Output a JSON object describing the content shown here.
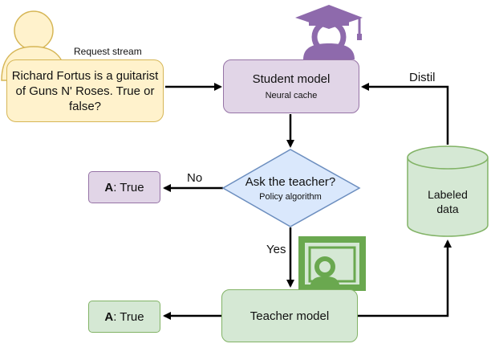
{
  "request": {
    "stream_label": "Request stream",
    "question": "Richard Fortus is a guitarist of Guns N' Roses. True or false?"
  },
  "student": {
    "title": "Student model",
    "subtitle": "Neural cache"
  },
  "decision": {
    "title": "Ask the teacher?",
    "subtitle": "Policy algorithm"
  },
  "edges": {
    "no": "No",
    "yes": "Yes",
    "distil": "Distil"
  },
  "answer_top": {
    "prefix": "A",
    "suffix": ": True"
  },
  "answer_bottom": {
    "prefix": "A",
    "suffix": ": True"
  },
  "teacher": {
    "title": "Teacher model"
  },
  "store": {
    "line1": "Labeled",
    "line2": "data"
  },
  "colors": {
    "yellow_fill": "#fff2cc",
    "yellow_stroke": "#d6b656",
    "purple_fill": "#e1d5e7",
    "purple_stroke": "#9673a6",
    "blue_fill": "#dae8fc",
    "blue_stroke": "#6c8ebf",
    "green_fill": "#d5e8d4",
    "green_stroke": "#82b366",
    "icon_purple": "#8e6aac",
    "icon_green": "#6aa84f"
  }
}
